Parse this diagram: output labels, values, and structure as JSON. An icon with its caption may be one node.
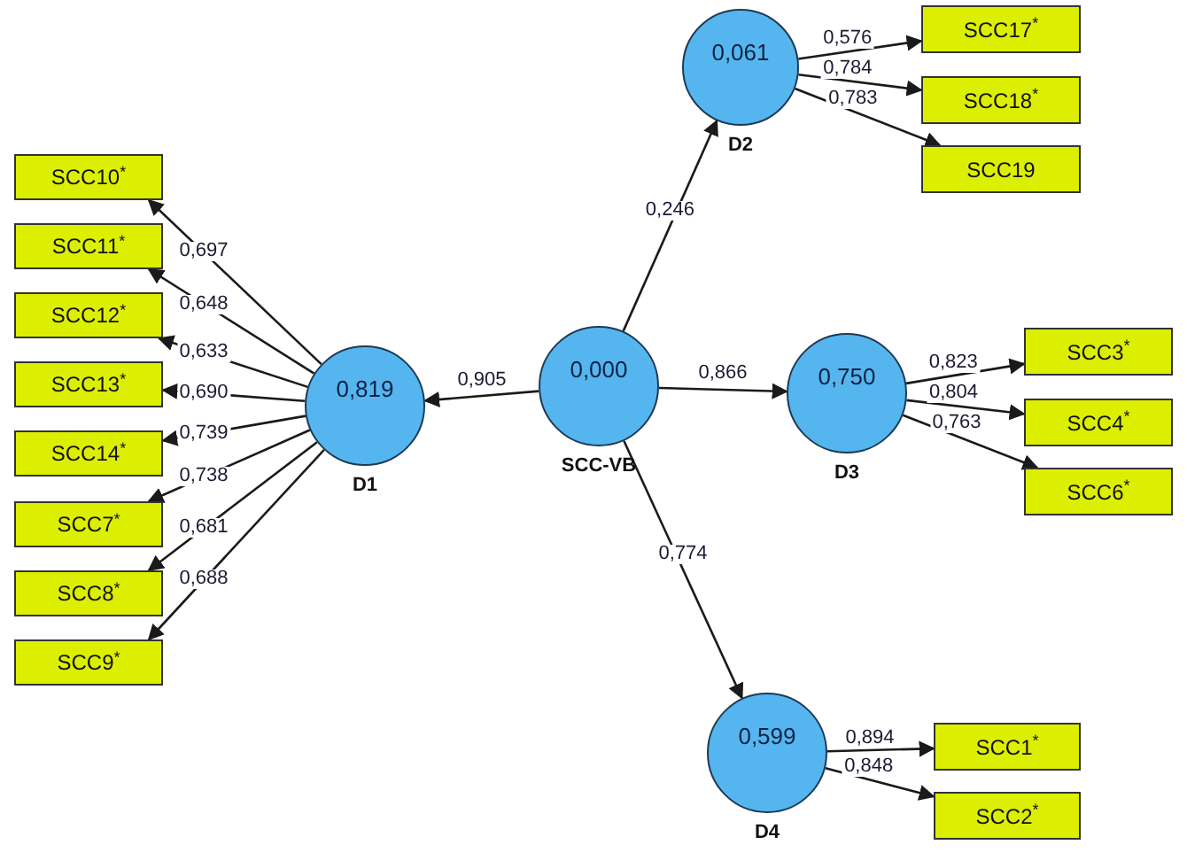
{
  "diagram": {
    "nodes": [
      {
        "text": [
          "SCC10$^{*}$"
        ]
      },
      {
        "text": [
          "SCC11$^{*}$"
        ]
      },
      {
        "text": [
          "SCC12$^{*}$"
        ]
      },
      {
        "text": [
          "SCC13$^{*}$"
        ]
      },
      {
        "text": [
          "SCC14$^{*}$"
        ]
      },
      {
        "text": [
          "SCC7$^{*}$"
        ]
      },
      {
        "text": [
          "SCC8$^{*}$"
        ]
      },
      {
        "text": [
          "SCC9$^{*}$"
        ]
      },
      {
        "text": [
          "0,819"
        ],
        "beside": [
          "D1"
        ]
      },
      {
        "text": [
          "0,000"
        ],
        "beside": [
          "SCC-VB"
        ]
      },
      {
        "text": [
          "0,061"
        ],
        "beside": [
          "D2"
        ]
      },
      {
        "text": [
          "SCC17$^{*}$"
        ]
      },
      {
        "text": [
          "SCC18$^{*}$"
        ]
      },
      {
        "text": [
          "SCC19"
        ]
      },
      {
        "text": [
          "0,750"
        ],
        "beside": [
          "D3"
        ]
      },
      {
        "text": [
          "SCC3$^{*}$"
        ]
      },
      {
        "text": [
          "SCC4$^{*}$"
        ]
      },
      {
        "text": [
          "SCC6$^{*}$"
        ]
      },
      {
        "text": [
          "0,599"
        ],
        "beside": [
          "D4"
        ]
      },
      {
        "text": [
          "SCC1$^{*}$"
        ]
      },
      {
        "text": [
          "SCC2$^{*}$"
        ]
      }
    ],
    "edges": [
      {
        "from": 8,
        "to": 0,
        "arrow": "to",
        "label": "0,697"
      },
      {
        "from": 8,
        "to": 1,
        "arrow": "to",
        "label": "0,648"
      },
      {
        "from": 8,
        "to": 2,
        "arrow": "to",
        "label": "0,633"
      },
      {
        "from": 8,
        "to": 3,
        "arrow": "to",
        "label": "0,690"
      },
      {
        "from": 8,
        "to": 4,
        "arrow": "to",
        "label": "0,739"
      },
      {
        "from": 8,
        "to": 5,
        "arrow": "to",
        "label": "0,738"
      },
      {
        "from": 8,
        "to": 6,
        "arrow": "to",
        "label": "0,681"
      },
      {
        "from": 8,
        "to": 7,
        "arrow": "to",
        "label": "0,688"
      },
      {
        "from": 9,
        "to": 8,
        "arrow": "to",
        "label": "0,905"
      },
      {
        "from": 9,
        "to": 10,
        "arrow": "to",
        "label": "0,246"
      },
      {
        "from": 9,
        "to": 14,
        "arrow": "to",
        "label": "0,866"
      },
      {
        "from": 9,
        "to": 18,
        "arrow": "to",
        "label": "0,774"
      },
      {
        "from": 10,
        "to": 11,
        "arrow": "to",
        "label": "0,576"
      },
      {
        "from": 10,
        "to": 12,
        "arrow": "to",
        "label": "0,784"
      },
      {
        "from": 10,
        "to": 13,
        "arrow": "to",
        "label": "0,783"
      },
      {
        "from": 14,
        "to": 15,
        "arrow": "to",
        "label": "0,823"
      },
      {
        "from": 14,
        "to": 16,
        "arrow": "to",
        "label": "0,804"
      },
      {
        "from": 14,
        "to": 17,
        "arrow": "to",
        "label": "0,763"
      },
      {
        "from": 18,
        "to": 19,
        "arrow": "to",
        "label": "0,894"
      },
      {
        "from": 18,
        "to": 20,
        "arrow": "to",
        "label": "0,848"
      }
    ]
  }
}
